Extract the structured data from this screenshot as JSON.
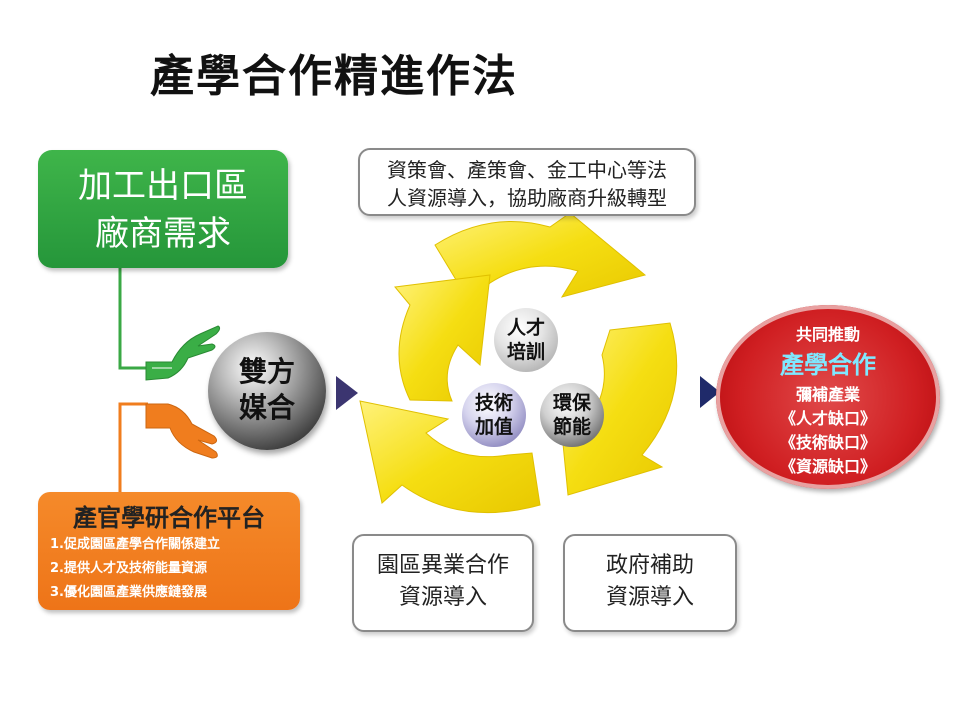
{
  "title": "產學合作精進作法",
  "left": {
    "demand_box": {
      "line1": "加工出口區",
      "line2": "廠商需求"
    },
    "platform_box": {
      "title": "產官學研合作平台",
      "items": [
        "1.促成園區產學合作關係建立",
        "2.提供人才及技術能量資源",
        "3.優化園區產業供應鏈發展"
      ]
    },
    "match_sphere": {
      "line1": "雙方",
      "line2": "媒合"
    }
  },
  "center": {
    "top_callout": {
      "line1": "資策會、產策會、金工中心等法",
      "line2": "人資源導入，協助廠商升級轉型"
    },
    "spheres": {
      "talent": {
        "line1": "人才",
        "line2": "培訓"
      },
      "tech": {
        "line1": "技術",
        "line2": "加值"
      },
      "eco": {
        "line1": "環保",
        "line2": "節能"
      }
    },
    "bottom_left_callout": {
      "line1": "園區異業合作",
      "line2": "資源導入"
    },
    "bottom_right_callout": {
      "line1": "政府補助",
      "line2": "資源導入"
    }
  },
  "right": {
    "line1": "共同推動",
    "line2": "產學合作",
    "line3": "彌補產業",
    "line4": "《人才缺口》",
    "line5": "《技術缺口》",
    "line6": "《資源缺口》"
  },
  "colors": {
    "green": "#2ea043",
    "orange": "#f07d1e",
    "yellow": "#f7e21a",
    "red": "#d01f22",
    "navy": "#1f2a6a",
    "cyan_highlight": "#7fe8ff"
  }
}
